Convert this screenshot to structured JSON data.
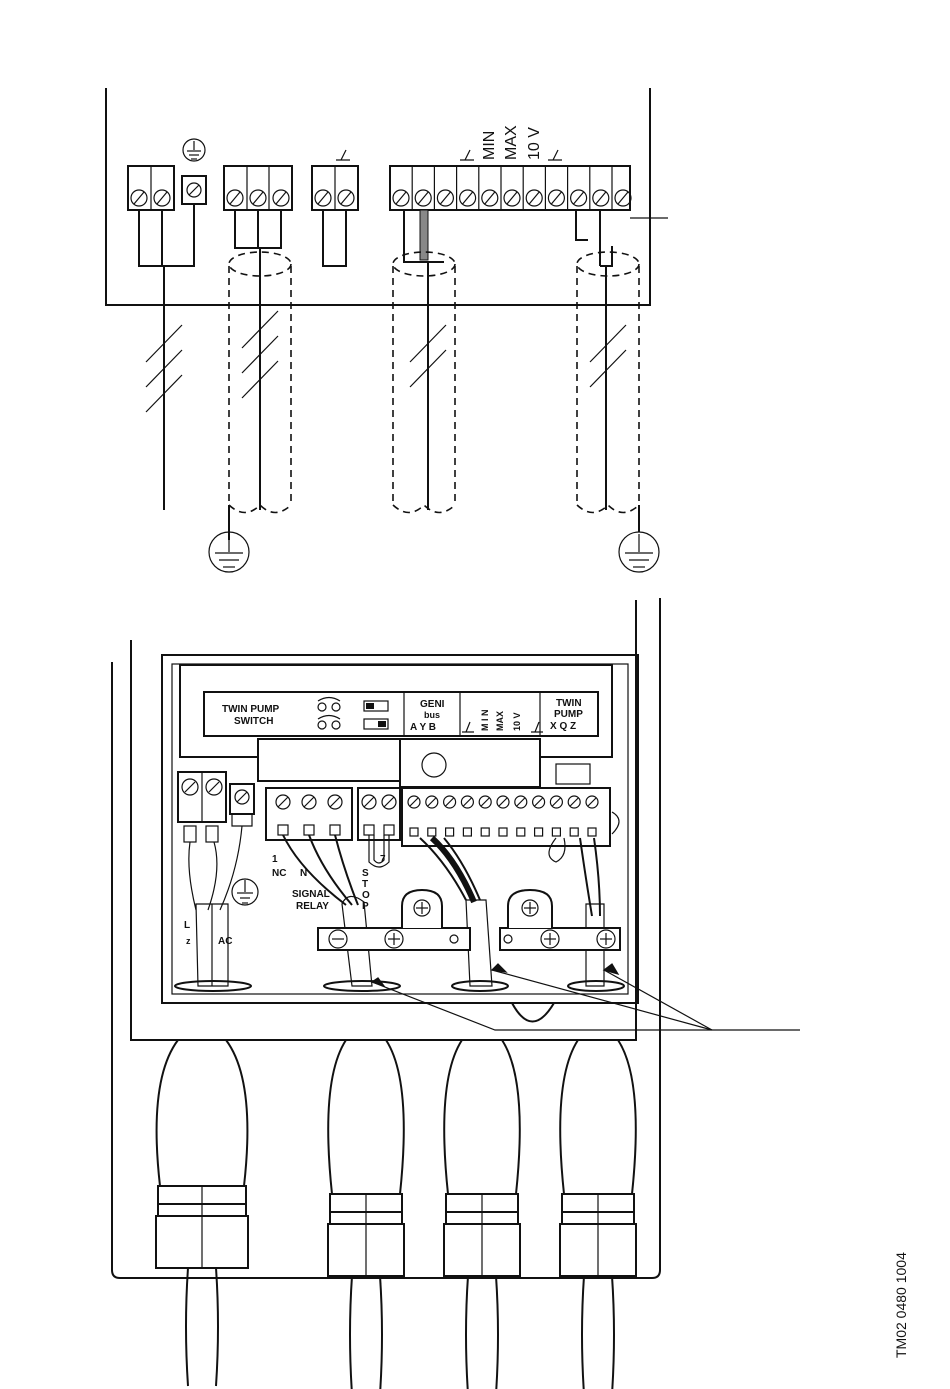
{
  "upper_labels": {
    "min": "MIN",
    "max": "MAX",
    "ten_v": "10 V"
  },
  "panel": {
    "twin_pump_switch": [
      "TWIN  PUMP",
      "SWITCH"
    ],
    "geni_bus": [
      "GENI",
      "bus",
      "A   Y   B"
    ],
    "min": "M I N",
    "max": "MAX",
    "ten_v": "10  V",
    "twin_pump": [
      "TWIN",
      "PUMP",
      "X   Q   Z"
    ],
    "nc": "NC",
    "n": "N",
    "one": "1",
    "signal_relay": [
      "SIGNAL",
      "RELAY"
    ],
    "stop": [
      "S",
      "T",
      "O",
      "P"
    ],
    "seven": "7",
    "l": "L",
    "ac": "AC",
    "z": "z"
  },
  "drawing_number": "TM02 0480 1004"
}
